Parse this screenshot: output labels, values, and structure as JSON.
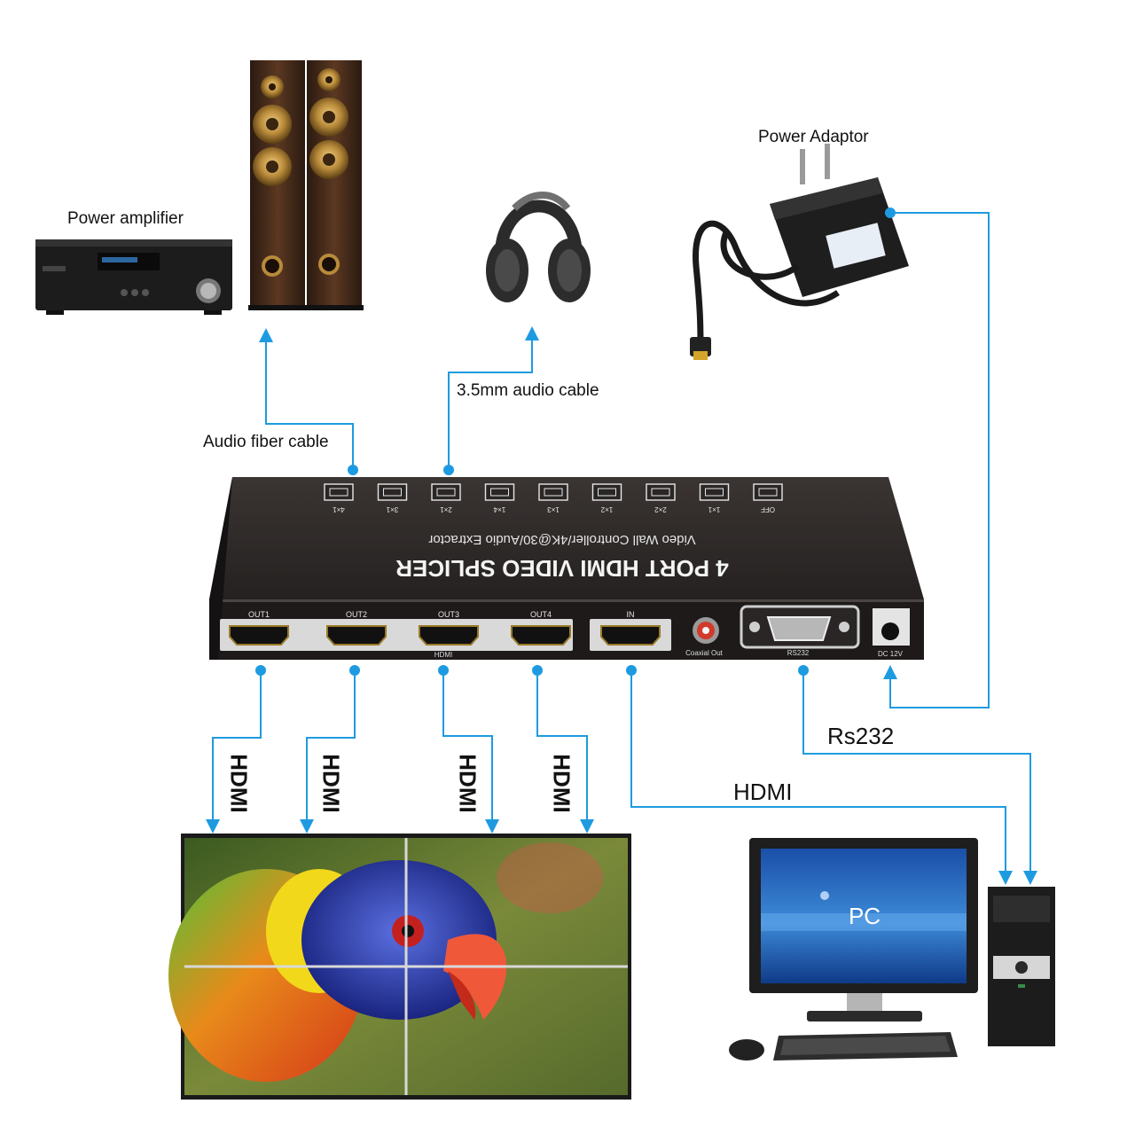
{
  "labels": {
    "power_amplifier": "Power amplifier",
    "power_adaptor": "Power Adaptor",
    "audio_cable_35": "3.5mm audio cable",
    "audio_fiber_cable": "Audio fiber cable",
    "rs232_link": "Rs232",
    "hdmi_link": "HDMI",
    "hdmi_out_1": "HDMI",
    "hdmi_out_2": "HDMI",
    "hdmi_out_3": "HDMI",
    "hdmi_out_4": "HDMI",
    "pc_screen": "PC"
  },
  "device": {
    "title": "4 PORT HDMI VIDEO SPLICER",
    "subtitle": "Video Wall Controller/4K@30/Audio Extractor",
    "modes": [
      "4×1",
      "3×1",
      "2×1",
      "1×4",
      "1×3",
      "1×2",
      "2×2",
      "1×1",
      "OFF"
    ],
    "ports": [
      "OUT1",
      "OUT2",
      "OUT3",
      "OUT4",
      "IN"
    ],
    "hdmi_bar_label": "HDMI",
    "coaxial_label": "Coaxial Out",
    "rs232_label": "RS232",
    "dc_label": "DC 12V"
  },
  "colors": {
    "connector": "#1e9be0",
    "device_body": "#2b2725",
    "device_face": "#222020",
    "speaker_wood": "#4a2e1c",
    "speaker_gold": "#b88a3a"
  }
}
